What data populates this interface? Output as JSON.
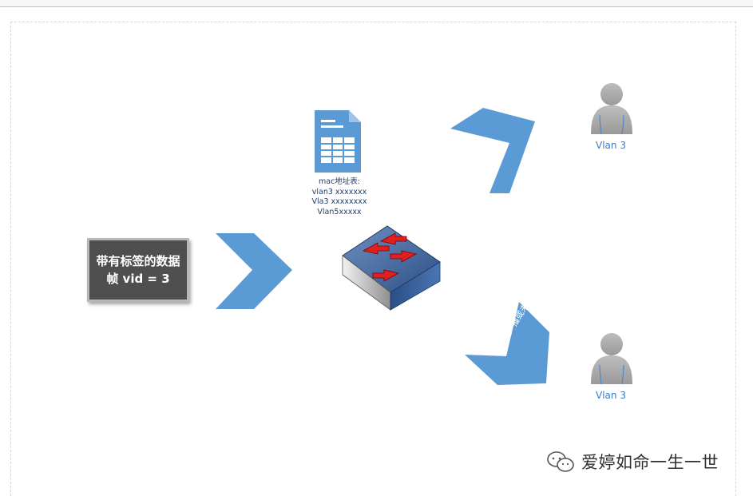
{
  "frame_box": {
    "line1": "带有标签的数据",
    "line2": "帧 vid = 3"
  },
  "mac_table": {
    "title": "mac地址表:",
    "rows": [
      "vlan3   xxxxxxx",
      "Vla3 xxxxxxxx",
      "Vlan5xxxxx"
    ]
  },
  "users": [
    {
      "label": "Vlan 3"
    },
    {
      "label": "Vlan 3"
    }
  ],
  "arrow_text": "泛洪广播或未知单播帧",
  "watermark": {
    "text": "爱婷如命一生一世",
    "icon": "wechat-icon"
  },
  "colors": {
    "arrow": "#5b9bd5",
    "box": "#4f4f4f",
    "label": "#3d7cc9",
    "switch_top": "#4a6fa5",
    "switch_arrow": "#e02020"
  }
}
